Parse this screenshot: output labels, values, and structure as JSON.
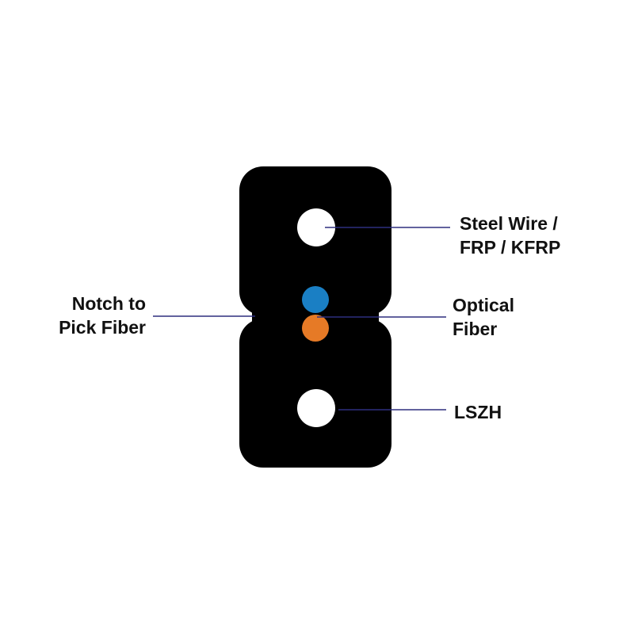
{
  "labels": {
    "steel_wire": {
      "line1": "Steel Wire /",
      "line2": "FRP / KFRP"
    },
    "notch": {
      "line1": "Notch to",
      "line2": "Pick Fiber"
    },
    "optical_fiber": {
      "line1": "Optical",
      "line2": "Fiber"
    },
    "lszh": {
      "line1": "LSZH"
    }
  },
  "colors": {
    "jacket": "#000000",
    "strength_member": "#ffffff",
    "fiber_blue": "#1a7fc4",
    "fiber_orange": "#e67a26",
    "leader_line": "#2e2f7f",
    "text": "#111111"
  }
}
